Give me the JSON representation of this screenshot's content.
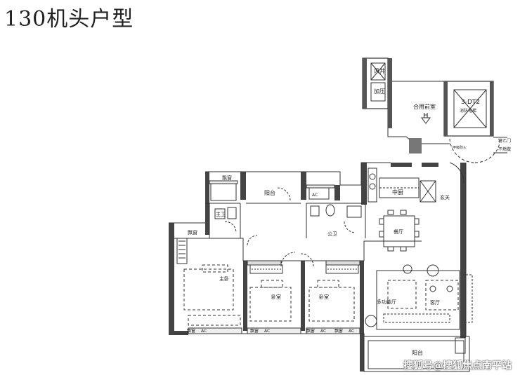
{
  "page": {
    "title": "130机头户型"
  },
  "rooms": {
    "wind_shaft": "风井",
    "pressurization": "加压",
    "shared_front_room": "合用前室",
    "elevator_code": "3-DT2",
    "elevator_name": "消防电梯",
    "fire_door": "甲级防火",
    "h_mark": "H",
    "door_note_1": "特乙门",
    "door_note_2": "不燃做",
    "bay_window_1": "飘窗",
    "bay_window_2": "飘窗",
    "bay_window_3": "飘窗",
    "bay_window_4": "飘窗",
    "bay_window_5": "飘窗",
    "bay_window_6": "飘窗",
    "balcony_north": "阳台",
    "balcony_south": "阳台",
    "kitchen": "中厨",
    "entrance": "玄关",
    "master_bathroom": "主卫",
    "public_bathroom": "公卫",
    "dining_room": "餐厅",
    "master_bedroom": "主卧",
    "bedroom_1": "卧室",
    "bedroom_2": "卧室",
    "multi_function_room": "多功能厅",
    "living_room": "客厅",
    "ac_1": "AC",
    "ac_2": "AC",
    "ac_3": "AC",
    "ac_4": "AC",
    "ac_5": "AC"
  },
  "watermark": "搜狐号@搜狐焦点南平站"
}
